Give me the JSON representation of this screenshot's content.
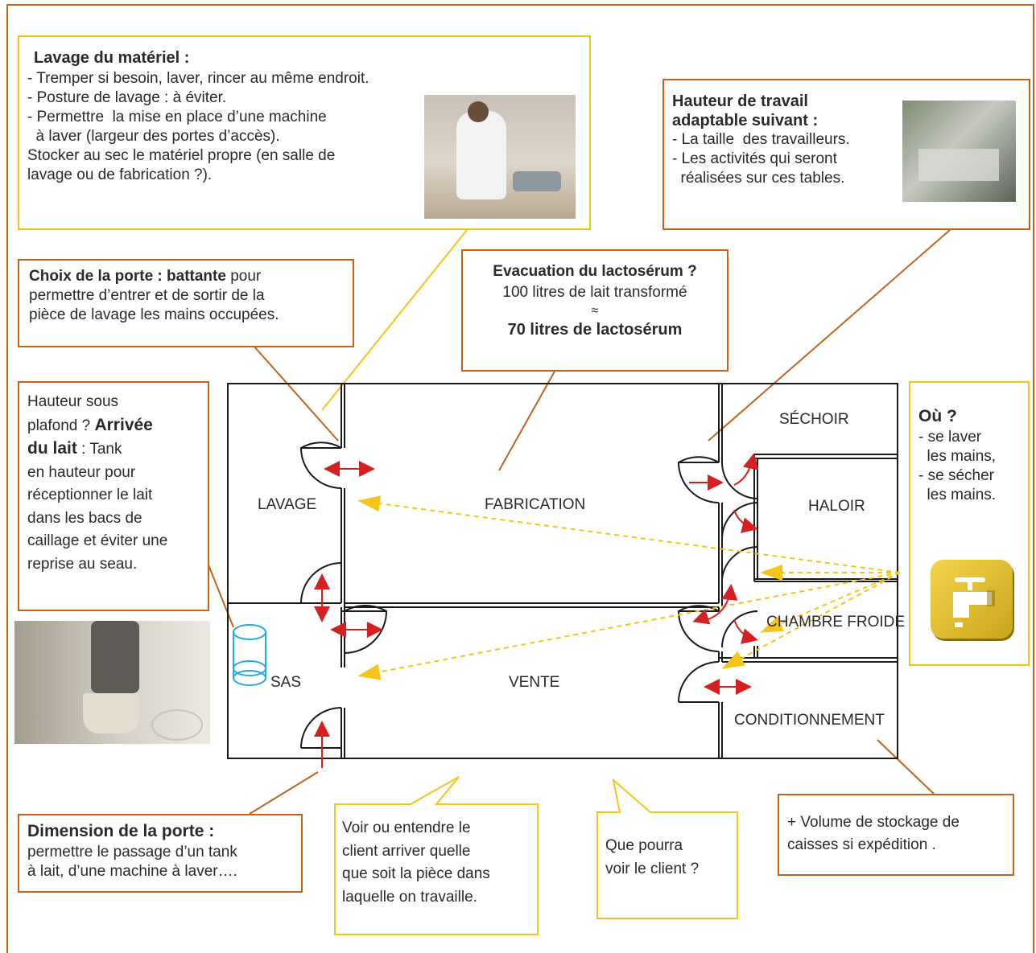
{
  "lavage_box": {
    "title": "Lavage du matériel :",
    "lines": [
      "- Tremper si besoin, laver, rincer au même endroit.",
      "- Posture de lavage : à éviter.",
      "- Permettre  la mise en place d’une machine",
      "  à laver (largeur des portes d’accès).",
      "Stocker au sec le matériel propre (en salle de",
      "lavage ou de fabrication ?)."
    ]
  },
  "hauteur_box": {
    "title_1": "Hauteur de travail",
    "title_2": "adaptable suivant :",
    "lines": [
      "- La taille  des travailleurs.",
      "- Les activités qui seront",
      "  réalisées sur ces tables."
    ]
  },
  "porte_box": {
    "bold": "Choix de la porte : battante",
    "rest": " pour",
    "lines": [
      "permettre d’entrer et de sortir de la",
      "pièce de lavage les mains occupées."
    ]
  },
  "lacto_box": {
    "title": "Evacuation du lactosérum ?",
    "line1": "100 litres de lait transformé",
    "approx": "≈",
    "line2": "70 litres de lactosérum"
  },
  "arrivee_box": {
    "l1": "Hauteur sous",
    "l2a": "plafond ? ",
    "l2b": "Arrivée",
    "l3a": "du lait",
    "l3b": " : Tank",
    "lines": [
      "en hauteur pour",
      "réceptionner le lait",
      "dans les bacs de",
      "caillage et éviter une",
      "reprise au seau."
    ]
  },
  "ou_box": {
    "title": "Où ?",
    "lines": [
      "- se laver",
      "  les mains,",
      "- se sécher",
      "  les mains."
    ]
  },
  "dimension_box": {
    "title": "Dimension de la porte :",
    "lines": [
      "permettre le passage d’un tank",
      "à lait, d’une machine à laver…."
    ]
  },
  "voir_bubble": {
    "lines": [
      "Voir ou entendre le",
      "client arriver quelle",
      "que soit la pièce dans",
      "laquelle on travaille."
    ]
  },
  "client_bubble": {
    "lines": [
      "Que pourra",
      "voir le client ?"
    ]
  },
  "volume_box": {
    "lines": [
      "+ Volume de stockage de",
      "caisses si expédition ."
    ]
  },
  "rooms": {
    "lavage": "LAVAGE",
    "fabrication": "FABRICATION",
    "sechoir": "SÉCHOIR",
    "haloir": "HALOIR",
    "chambre": "CHAMBRE FROIDE",
    "sas": "SAS",
    "vente": "VENTE",
    "conditionnement": "CONDITIONNEMENT"
  },
  "colors": {
    "orange": "#c0641e",
    "yellow": "#f5c518",
    "red_arrow": "#d42020",
    "tank_blue": "#2aa8e0"
  },
  "icons": [
    "faucet-icon"
  ]
}
